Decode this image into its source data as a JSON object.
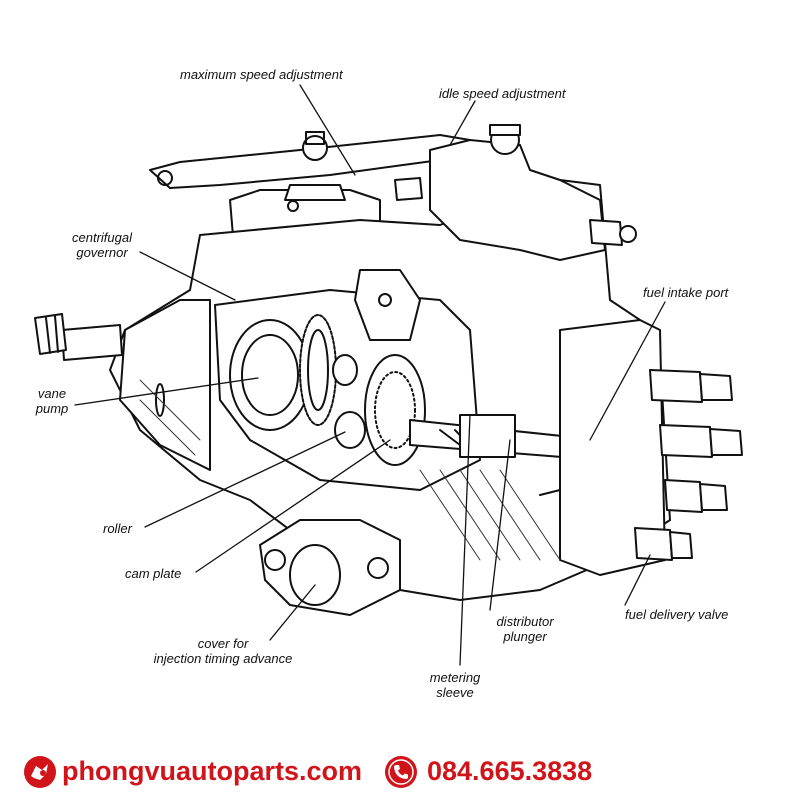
{
  "labels": {
    "max_speed": "maximum speed adjustment",
    "idle_speed": "idle speed adjustment",
    "governor_1": "centrifugal",
    "governor_2": "governor",
    "fuel_intake": "fuel intake port",
    "vane_1": "vane",
    "vane_2": "pump",
    "roller": "roller",
    "cam_plate": "cam plate",
    "cover_1": "cover for",
    "cover_2": "injection timing advance",
    "metering_1": "metering",
    "metering_2": "sleeve",
    "distributor_1": "distributor",
    "distributor_2": "plunger",
    "delivery_valve": "fuel delivery valve"
  },
  "footer": {
    "website": "phongvuautoparts.com",
    "phone": "084.665.3838",
    "brand_color": "#d0141a",
    "icons": [
      "logo-icon",
      "phone-icon"
    ]
  }
}
